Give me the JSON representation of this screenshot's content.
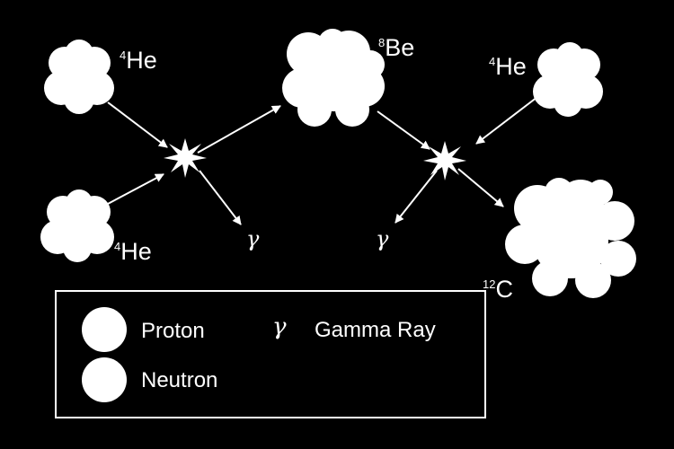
{
  "nuclei": {
    "he4_top_left": {
      "mass": "4",
      "symbol": "He"
    },
    "he4_bottom_left": {
      "mass": "4",
      "symbol": "He"
    },
    "be8": {
      "mass": "8",
      "symbol": "Be"
    },
    "he4_top_right": {
      "mass": "4",
      "symbol": "He"
    },
    "c12": {
      "mass": "12",
      "symbol": "C"
    }
  },
  "gamma_symbol": "γ",
  "legend": {
    "proton": "Proton",
    "neutron": "Neutron",
    "gamma_symbol": "γ",
    "gamma_ray": "Gamma Ray"
  },
  "colors": {
    "background": "#000000",
    "foreground": "#ffffff"
  }
}
